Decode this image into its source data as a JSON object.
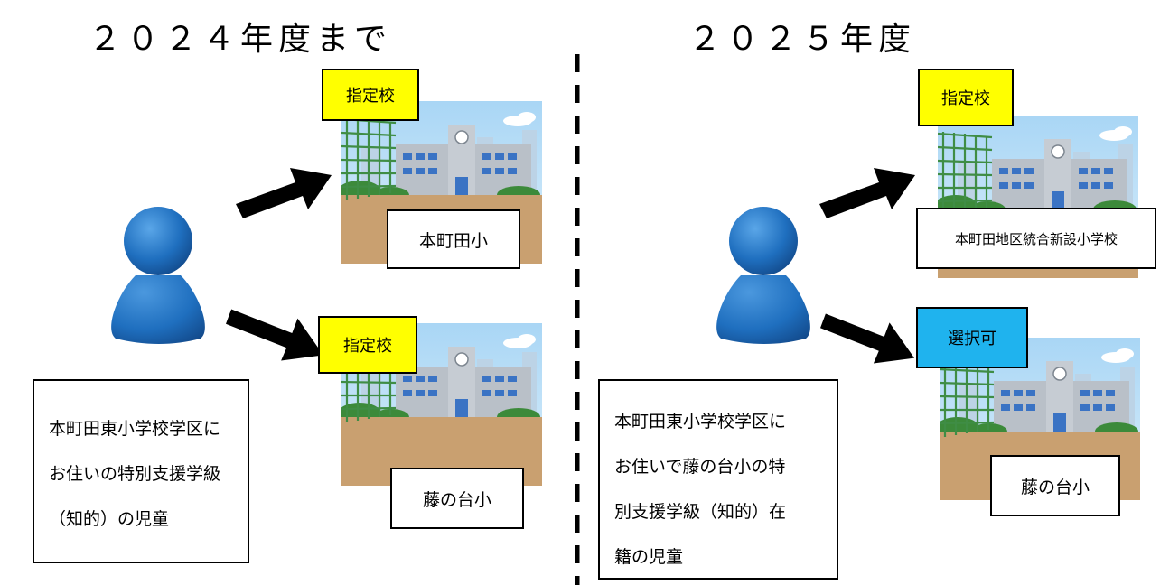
{
  "headings": {
    "left": "２０２４年度まで",
    "right": "２０２５年度"
  },
  "left": {
    "top_tag": "指定校",
    "top_school": "本町田小",
    "bottom_tag": "指定校",
    "bottom_school": "藤の台小",
    "description_lines": [
      "本町田東小学校学区に",
      "お住いの特別支援学級",
      "（知的）の児童"
    ]
  },
  "right": {
    "top_tag": "指定校",
    "top_school": "本町田地区統合新設小学校",
    "bottom_tag": "選択可",
    "bottom_school": "藤の台小",
    "description_lines": [
      "本町田東小学校学区に",
      "お住いで藤の台小の特",
      "別支援学級（知的）在",
      "籍の児童"
    ]
  },
  "colors": {
    "person": "#1f6fbf",
    "tag_designated": "#ffff00",
    "tag_selectable": "#1fb3ee",
    "arrow": "#000000"
  },
  "icons": [
    "person-icon",
    "school-illustration",
    "arrow-icon"
  ]
}
